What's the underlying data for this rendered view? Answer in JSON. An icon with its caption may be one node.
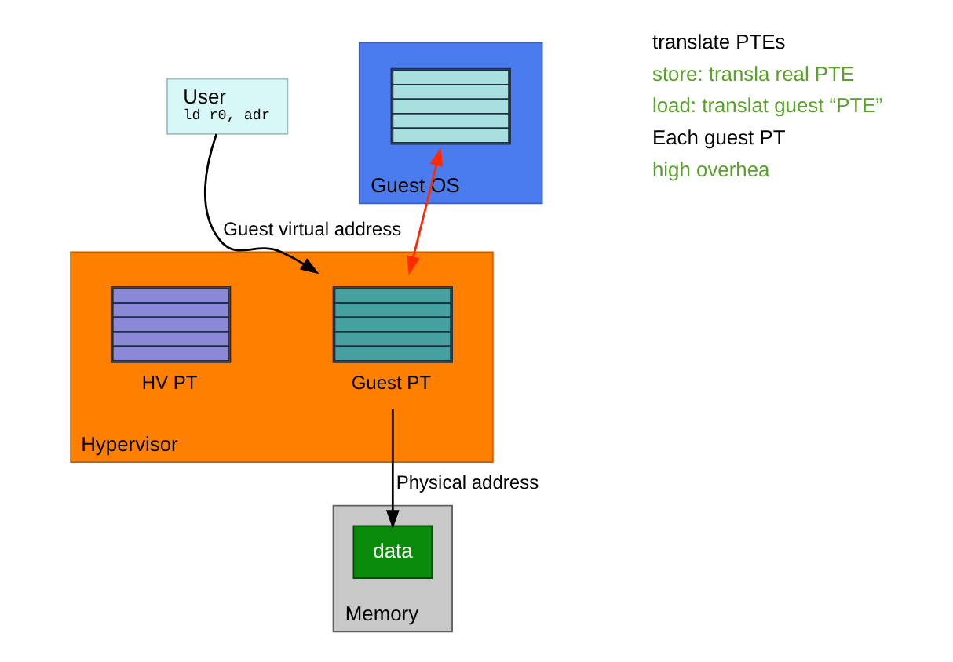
{
  "diagram": {
    "nodes": [
      {
        "text": [
          "User",
          "ld r0, adr"
        ]
      },
      {
        "text": [
          "Guest OS"
        ]
      },
      {
        "text": [],
        "shape": "box",
        "in": 1
      },
      {
        "text": [
          "Hypervisor"
        ]
      },
      {
        "text": [
          "Guest PT"
        ],
        "in": 3
      },
      {
        "text": [
          "HV PT"
        ],
        "in": 3
      },
      {
        "text": [
          "Memory"
        ]
      },
      {
        "text": [
          "data"
        ],
        "in": 6
      }
    ],
    "edges": [
      {
        "from": 0,
        "to": 4,
        "arrow": "to",
        "label": "Guest virtual address"
      },
      {
        "from": 2,
        "to": 4,
        "arrow": "both",
        "color": "#ff2a00"
      },
      {
        "from": 4,
        "to": 7,
        "arrow": "to",
        "label": "Physical address"
      }
    ],
    "labels": [
      "translate PTEs",
      "store: transla real PTE",
      "load: translat guest “PTE”",
      "Each guest PT",
      "high overhea"
    ]
  }
}
